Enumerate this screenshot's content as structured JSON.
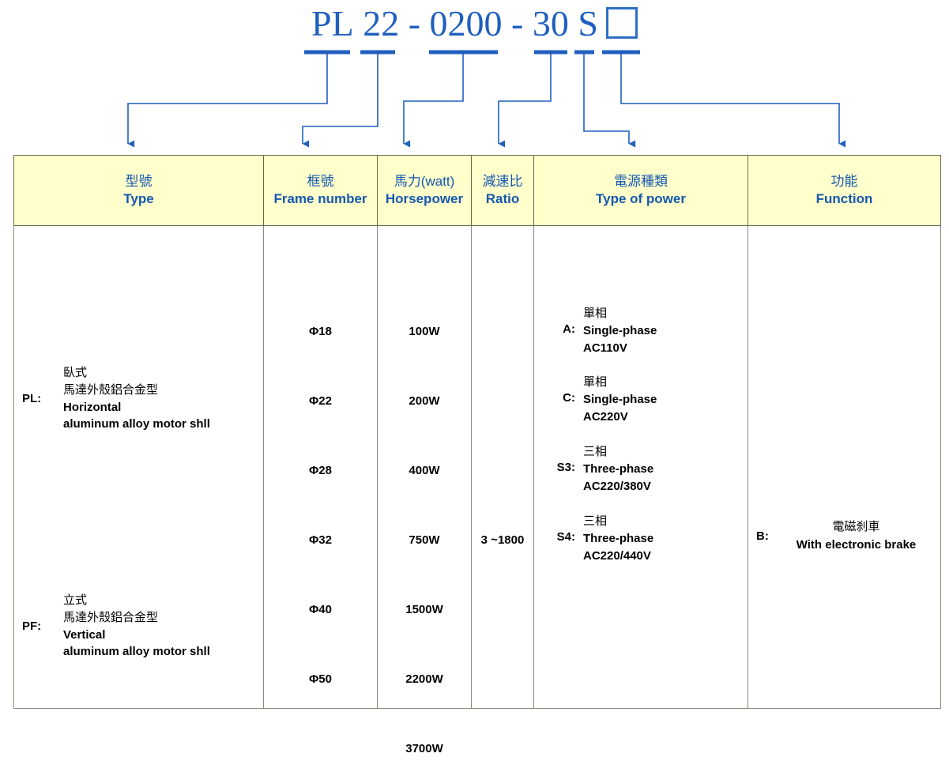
{
  "title": {
    "segments": [
      "PL",
      "22",
      "-",
      "0200",
      "-",
      "30",
      "S"
    ],
    "full_text": "PL 22 - 0200 - 30 S",
    "has_empty_box": true,
    "color": "#1F5FBF"
  },
  "table": {
    "header_bg": "#FFFFCC",
    "header_color": "#1558B0",
    "columns": [
      {
        "zh": "型號",
        "en": "Type"
      },
      {
        "zh": "框號",
        "en": "Frame number"
      },
      {
        "zh": "馬力(watt)",
        "en": "Horsepower"
      },
      {
        "zh": "減速比",
        "en": "Ratio"
      },
      {
        "zh": "電源種類",
        "en": "Type of power"
      },
      {
        "zh": "功能",
        "en": "Function"
      }
    ],
    "type_column": [
      {
        "key": "PL:",
        "zh1": "臥式",
        "zh2": "馬達外殼鋁合金型",
        "en1": "Horizontal",
        "en2": "aluminum alloy motor shll"
      },
      {
        "key": "PF:",
        "zh1": "立式",
        "zh2": "馬達外殼鋁合金型",
        "en1": "Vertical",
        "en2": "aluminum alloy motor shll"
      }
    ],
    "frame_numbers": [
      "Φ18",
      "Φ22",
      "Φ28",
      "Φ32",
      "Φ40",
      "Φ50"
    ],
    "horsepower": [
      "100W",
      "200W",
      "400W",
      "750W",
      "1500W",
      "2200W",
      "3700W"
    ],
    "ratio": "3 ~1800",
    "power_types": [
      {
        "key": "A:",
        "zh": "單相",
        "en1": "Single-phase",
        "en2": "AC110V"
      },
      {
        "key": "C:",
        "zh": "單相",
        "en1": "Single-phase",
        "en2": "AC220V"
      },
      {
        "key": "S3:",
        "zh": "三相",
        "en1": "Three-phase",
        "en2": "AC220/380V"
      },
      {
        "key": "S4:",
        "zh": "三相",
        "en1": "Three-phase",
        "en2": "AC220/440V"
      }
    ],
    "functions": [
      {
        "key": "B:",
        "zh": "電磁刹車",
        "en": "With electronic brake"
      }
    ]
  }
}
